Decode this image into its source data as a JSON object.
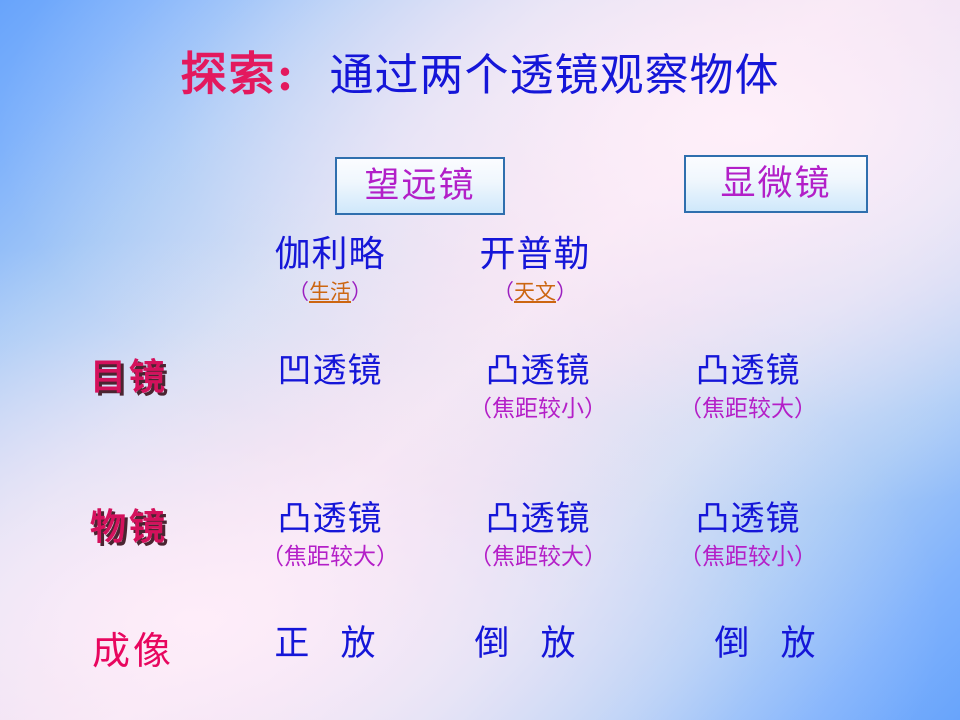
{
  "slide": {
    "title": {
      "main": "探索:",
      "sub": "通过两个透镜观察物体"
    },
    "categories": [
      {
        "label": "望远镜"
      },
      {
        "label": "显微镜"
      }
    ],
    "inventors": [
      {
        "name": "伽利略",
        "note_open": "（",
        "note_inner": "生活",
        "note_close": "）"
      },
      {
        "name": "开普勒",
        "note_open": "（",
        "note_inner": "天文",
        "note_close": "）"
      }
    ],
    "rows": [
      {
        "label": "目镜",
        "cells": [
          {
            "lens": "凹透镜",
            "focal": ""
          },
          {
            "lens": "凸透镜",
            "focal": "（焦距较小）"
          },
          {
            "lens": "凸透镜",
            "focal": "（焦距较大）"
          }
        ]
      },
      {
        "label": "物镜",
        "cells": [
          {
            "lens": "凸透镜",
            "focal": "（焦距较大）"
          },
          {
            "lens": "凸透镜",
            "focal": "（焦距较大）"
          },
          {
            "lens": "凸透镜",
            "focal": "（焦距较小）"
          }
        ]
      },
      {
        "label": "成像",
        "cells": [
          {
            "result": "正 放"
          },
          {
            "result": "倒 放"
          },
          {
            "result": "倒 放"
          }
        ]
      }
    ],
    "colors": {
      "title_main": "#e3195e",
      "title_sub": "#1516d8",
      "category_text": "#b21fc8",
      "category_border": "#2f6fae",
      "lens_text": "#1516d8",
      "focal_text": "#b41fc8",
      "row_label_bold": "#d4115c",
      "row_label_plain": "#e8065f",
      "note_paren": "#9b1fc0",
      "note_inner": "#cc6611",
      "background_blue": "#68a4fb",
      "background_pink": "#f4e4f2"
    }
  }
}
